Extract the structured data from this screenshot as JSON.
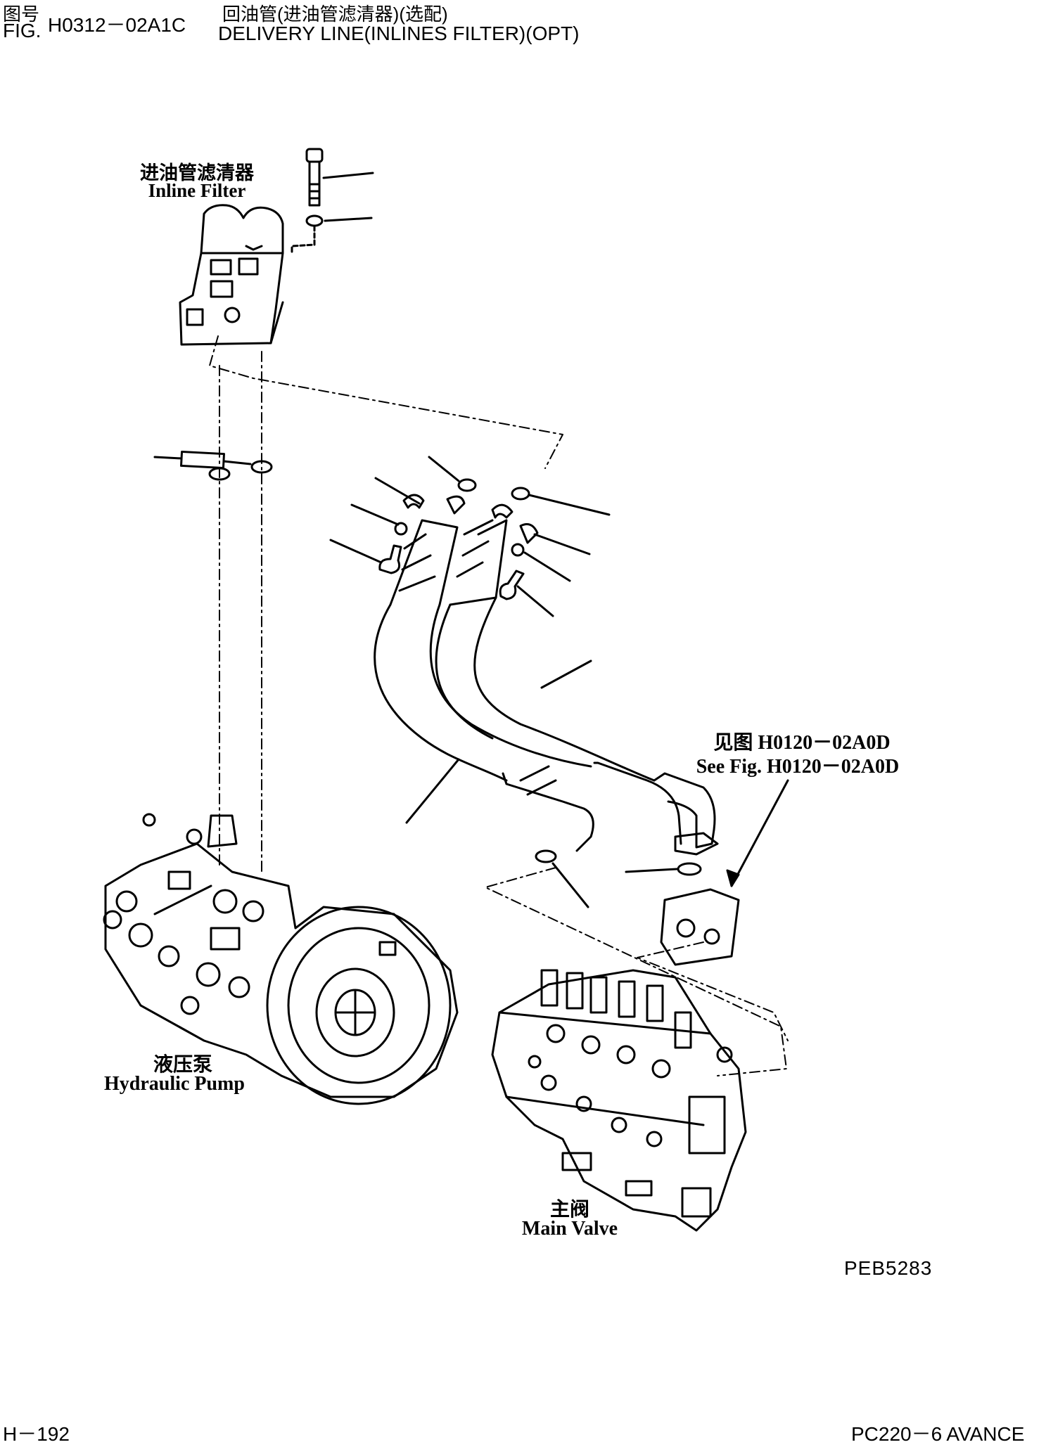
{
  "header": {
    "fig_label_cn": "图号",
    "fig_label_en": "FIG.",
    "fig_number": "H0312－02A1C",
    "title_cn": "回油管(进油管滤清器)(选配)",
    "title_en": "DELIVERY LINE(INLINES FILTER)(OPT)"
  },
  "labels": {
    "inline_filter_cn": "进油管滤清器",
    "inline_filter_en": "Inline Filter",
    "see_fig_cn": "见图 H0120－02A0D",
    "see_fig_en": "See Fig. H0120－02A0D",
    "pump_cn": "液压泵",
    "pump_en": "Hydraulic Pump",
    "valve_cn": "主阀",
    "valve_en": "Main Valve"
  },
  "drawing_code": "PEB5283",
  "footer": {
    "page": "H－192",
    "model": "PC220－6 AVANCE"
  }
}
